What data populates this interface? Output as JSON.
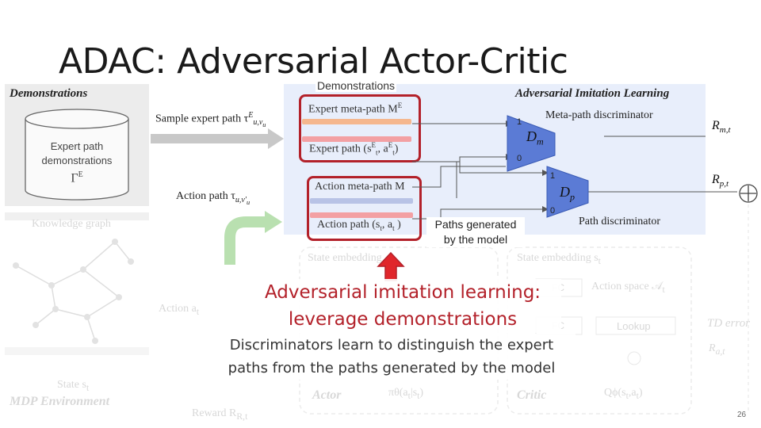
{
  "slide": {
    "title": "ADAC: Adversarial Actor-Critic",
    "page_number": "26"
  },
  "left_panel": {
    "heading": "Demonstrations",
    "cylinder_line1": "Expert path",
    "cylinder_line2": "demonstrations",
    "cylinder_symbol": "Γ",
    "cylinder_symbol_sup": "E",
    "knowledge_graph": "Knowledge graph",
    "mdp": "MDP Environment",
    "state": "State s",
    "state_sub": "t"
  },
  "arrows": {
    "sample_label": "Sample expert path τ",
    "sample_sup": "E",
    "sample_sub": "u,v",
    "sample_sub2": "u",
    "action_label": "Action path τ",
    "action_sub": "u,v′",
    "action_sub2": "u"
  },
  "ail_panel": {
    "heading": "Adversarial Imitation Learning",
    "demo_tag": "Demonstrations",
    "expert_meta": "Expert meta-path M",
    "expert_meta_sup": "E",
    "expert_path": "Expert path (s",
    "expert_path_tail": ", a",
    "action_meta": "Action meta-path M",
    "action_path": "Action path (s",
    "action_path_tail": ", a",
    "meta_disc_label": "Meta-path discriminator",
    "dm_label": "D",
    "dm_sub": "m",
    "dp_label": "D",
    "dp_sub": "p",
    "path_disc_label": "Path discriminator",
    "one_a": "1",
    "zero_a": "0",
    "one_b": "1",
    "zero_b": "0",
    "rm_label": "R",
    "rm_sub": "m,t",
    "rp_label": "R",
    "rp_sub": "p,t",
    "paths_generated_1": "Paths generated",
    "paths_generated_2": "by the model"
  },
  "faded_bg": {
    "state_embedding": "State embedding",
    "state_embedding_2": "State embedding s",
    "fc_1": "FC",
    "fc_2": "FC",
    "action_space": "Action space 𝒜",
    "lookup": "Lookup",
    "td_error": "TD error",
    "action_at": "Action a",
    "actor": "Actor",
    "critic": "Critic",
    "policy": "πθ(a",
    "qfun": "Qϕ(s",
    "reward": "Reward R",
    "rat": "R"
  },
  "captions": {
    "red_line1": "Adversarial imitation learning:",
    "red_line2": "leverage demonstrations",
    "dark_line1": "Discriminators learn to distinguish the expert",
    "dark_line2": "paths from the paths generated by the model"
  },
  "colors": {
    "accent_red": "#b3212a",
    "ail_bg": "#e8eefb",
    "expert_bar_1": "#f5b78e",
    "expert_bar_2": "#f3a0a3",
    "action_bar_1": "#b8c3e6",
    "action_bar_2": "#f3a0a3",
    "disc_fill": "#5b7bd5",
    "green_arrow": "#b9e0b0"
  }
}
